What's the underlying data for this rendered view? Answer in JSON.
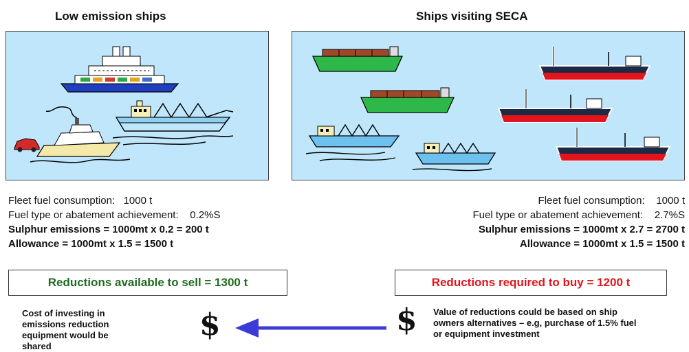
{
  "left": {
    "title": "Low emission ships",
    "fuel_consumption": "Fleet fuel consumption:   1000 t",
    "fuel_type": "Fuel type or abatement achievement:    0.2%S",
    "sulphur": "Sulphur emissions = 1000mt x 0.2 = 200 t",
    "allowance": "Allowance = 1000mt x 1.5 = 1500 t",
    "box_label": "Reductions available to sell = 1300 t",
    "box_color": "#1f6b1f",
    "note": "Cost of investing in emissions reduction equipment would be shared",
    "dollar": "$"
  },
  "right": {
    "title": "Ships visiting SECA",
    "fuel_consumption": "Fleet fuel consumption:    1000 t",
    "fuel_type": "Fuel type or abatement achievement:    2.7%S",
    "sulphur": "Sulphur emissions = 1000mt x 2.7 = 2700 t",
    "allowance": "Allowance = 1000mt x 1.5 = 1500 t",
    "box_label": "Reductions required to buy =  1200 t",
    "box_color": "#e3141b",
    "note": "Value of reductions could be based on ship owners alternatives – e.g, purchase of 1.5% fuel or equipment investment",
    "dollar": "$"
  },
  "colors": {
    "panel_bg": "#bfe6fa",
    "arrow": "#3b3bd6"
  },
  "icons": [
    "ferry-icon",
    "yacht-icon",
    "car-icon",
    "cargo-ship-icon",
    "container-ship-icon",
    "tanker-icon",
    "arrow-left-icon",
    "dollar-icon"
  ]
}
